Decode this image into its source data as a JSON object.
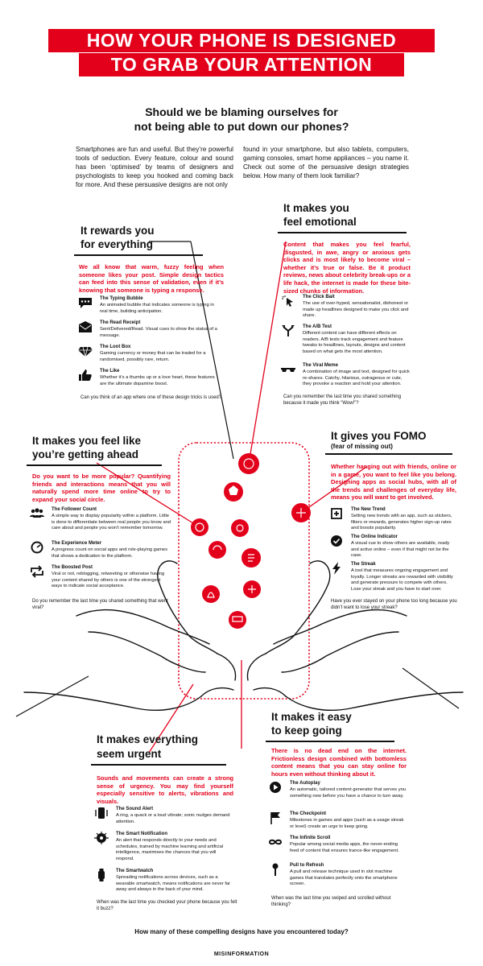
{
  "header": {
    "title_line1": "HOW YOUR PHONE IS DESIGNED",
    "title_line2": "TO GRAB YOUR ATTENTION",
    "subtitle_line1": "Should we be blaming ourselves for",
    "subtitle_line2": "not being able to put down our phones?"
  },
  "intro": {
    "left": "Smartphones are fun and useful. But they’re powerful tools of seduction. Every feature, colour and sound has been ‘optimised’ by teams of designers and psychologists to keep you hooked and coming back for more. And these persuasive designs are not only",
    "right": "found in your smartphone, but also tablets, computers, gaming consoles, smart home appliances – you name it. Check out some of the persuasive design strategies below. How many of them look familiar?"
  },
  "sections": {
    "rewards": {
      "head1": "It rewards you",
      "head2": "for everything",
      "lede": "We all know that warm, fuzzy feeling when someone likes your post. Simple design tactics can feed into this sense of validation, even if it’s knowing that someone is typing a response.",
      "items": [
        {
          "title": "The Typing Bubble",
          "text": "An animated bubble that indicates someone is typing in real time, building anticipation."
        },
        {
          "title": "The Read Receipt",
          "text": "Sent/Delivered/Read. Visual cues to show the status of a message."
        },
        {
          "title": "The Loot Box",
          "text": "Gaming currency or money that can be traded for a randomised, possibly rare, return."
        },
        {
          "title": "The Like",
          "text": "Whether it’s a thumbs up or a love heart, these features are the ultimate dopamine boost."
        }
      ],
      "question": "Can you think of an app where one of these design tricks is used?"
    },
    "emotional": {
      "head1": "It makes you",
      "head2": "feel emotional",
      "lede": "Content that makes you feel fearful, disgusted, in awe, angry or anxious gets clicks and is most likely to become viral – whether it’s true or false. Be it product reviews, news about celebrity break-ups or a life hack, the internet is made for these bite-sized chunks of information.",
      "items": [
        {
          "title": "The Click Bait",
          "text": "The use of over-hyped, sensationalist, dishonest or made up headlines designed to make you click and share."
        },
        {
          "title": "The A/B Test",
          "text": "Different content can have different effects on readers. A/B tests track engagement and feature tweaks to headlines, layouts, designs and content based on what gets the most attention."
        },
        {
          "title": "The Viral Meme",
          "text": "A combination of image and text, designed for quick re-shares. Catchy, hilarious, outrageous or cute, they provoke a reaction and hold your attention."
        }
      ],
      "question": "Can you remember the last time you shared something because it made you think “Wow!”?"
    },
    "ahead": {
      "head1": "It makes you feel like",
      "head2": "you’re getting ahead",
      "lede": "Do you want to be more popular? Quantifying friends and interactions means that you will naturally spend more time online to try to expand your social circle.",
      "items": [
        {
          "title": "The Follower Count",
          "text": "A simple way to display popularity within a platform. Little is done to differentiate between real people you know and care about and people you won’t remember tomorrow."
        },
        {
          "title": "The Experience Meter",
          "text": "A progress count on social apps and role-playing games that shows a dedication to the platform."
        },
        {
          "title": "The Boosted Post",
          "text": "Viral or not, reblogging, retweeting or otherwise having your content shared by others is one of the strongest ways to indicate social acceptance."
        }
      ],
      "question": "Do you remember the last time you shared something that went viral?"
    },
    "fomo": {
      "head1": "It gives you FOMO",
      "sub": "(fear of missing out)",
      "lede": "Whether hanging out with friends, online or in a game, you want to feel like you belong. Designing apps as social hubs, with all of the trends and challenges of everyday life, means you will want to get involved.",
      "items": [
        {
          "title": "The New Trend",
          "text": "Setting new trends with an app, such as stickers, filters or rewards, generates higher sign-up rates and boosts popularity."
        },
        {
          "title": "The Online Indicator",
          "text": "A visual cue to show others are available, ready and active online – even if that might not be the case."
        },
        {
          "title": "The Streak",
          "text": "A tool that measures ongoing engagement and loyalty. Longer streaks are rewarded with visibility and generate pressure to compete with others. Lose your streak and you have to start over."
        }
      ],
      "question": "Have you ever stayed on your phone too long because you didn’t want to lose your streak?"
    },
    "urgent": {
      "head1": "It makes everything",
      "head2": "seem urgent",
      "lede": "Sounds and movements can create a strong sense of urgency. You may find yourself especially sensitive to alerts, vibrations and visuals.",
      "items": [
        {
          "title": "The Sound Alert",
          "text": "A ring, a quack or a loud vibrate; sonic nudges demand attention."
        },
        {
          "title": "The Smart Notification",
          "text": "An alert that responds directly to your needs and schedules, trained by machine learning and artificial intelligence, maximises the chances that you will respond."
        },
        {
          "title": "The Smartwatch",
          "text": "Spreading notifications across devices, such as a wearable smartwatch, means notifications are never far away and always in the back of your mind."
        }
      ],
      "question": "When was the last time you checked your phone because you felt it buzz?"
    },
    "easy": {
      "head1": "It makes it easy",
      "head2": "to keep going",
      "lede": "There is no dead end on the internet. Frictionless design combined with bottomless content means that you can stay online for hours even without thinking about it.",
      "items": [
        {
          "title": "The Autoplay",
          "text": "An automatic, tailored content generator that serves you something new before you have a chance to turn away."
        },
        {
          "title": "The Checkpoint",
          "text": "Milestones in games and apps (such as a usage streak or level) create an urge to keep going."
        },
        {
          "title": "The Infinite Scroll",
          "text": "Popular among social media apps, the never-ending feed of content that ensures trance-like engagement."
        },
        {
          "title": "Pull to Refresh",
          "text": "A pull and release technique used in slot machine games that translates perfectly onto the smartphone screen."
        }
      ],
      "question": "When was the last time you swiped and scrolled without thinking?"
    }
  },
  "footer": {
    "question": "How many of these compelling designs have you encountered today?",
    "brand": "MISINFORMATION"
  },
  "colors": {
    "accent": "#e3001b",
    "ink": "#111111"
  }
}
